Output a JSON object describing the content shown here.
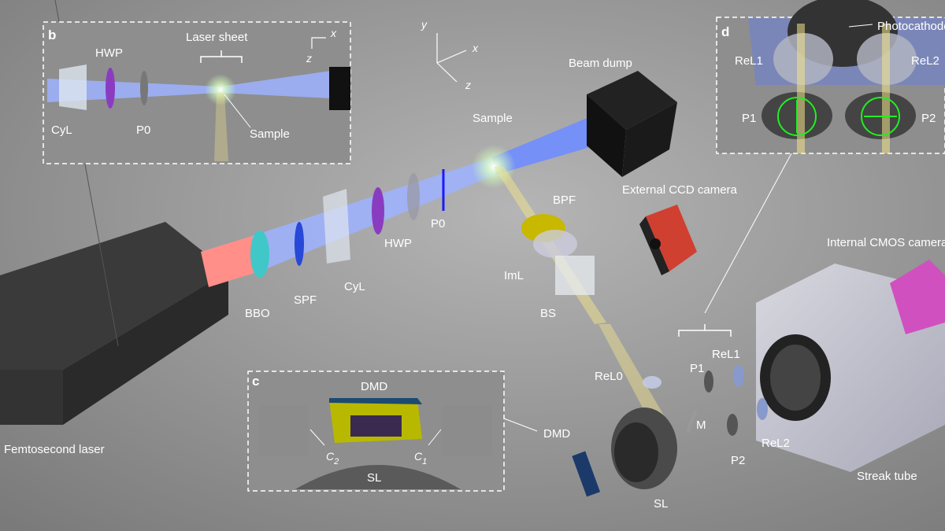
{
  "colors": {
    "background": "#8c8c8c",
    "beam_blue": "#7fa0ff",
    "beam_red": "#ff8a80",
    "signal_yellow": "#f2e38a",
    "fluorescence_green": "#e8ffd8",
    "polarization_arrow": "#1a1aff",
    "polarizer_marker": "#22ee22"
  },
  "main": {
    "axes": {
      "y": "y",
      "x": "x",
      "z": "z"
    },
    "labels": {
      "beam_dump": "Beam dump",
      "sample": "Sample",
      "bpf": "BPF",
      "external_ccd": "External CCD camera",
      "p0": "P0",
      "hwp": "HWP",
      "cyl": "CyL",
      "spf": "SPF",
      "bbo": "BBO",
      "iml": "ImL",
      "bs": "BS",
      "femtosecond_laser": "Femtosecond laser",
      "internal_cmos": "Internal CMOS camera",
      "rel0": "ReL0",
      "p1": "P1",
      "rel1": "ReL1",
      "m": "M",
      "p2": "P2",
      "rel2": "ReL2",
      "dmd": "DMD",
      "sl": "SL",
      "streak_tube": "Streak tube"
    }
  },
  "inset_b": {
    "letter": "b",
    "laser_sheet": "Laser sheet",
    "x": "x",
    "z": "z",
    "hwp": "HWP",
    "cyl": "CyL",
    "p0": "P0",
    "sample": "Sample"
  },
  "inset_c": {
    "letter": "c",
    "dmd": "DMD",
    "c2": "C",
    "c2_sub": "2",
    "c1": "C",
    "c1_sub": "1",
    "sl": "SL"
  },
  "inset_d": {
    "letter": "d",
    "photocathode": "Photocathode",
    "rel1": "ReL1",
    "rel2": "ReL2",
    "p1": "P1",
    "p2": "P2"
  }
}
